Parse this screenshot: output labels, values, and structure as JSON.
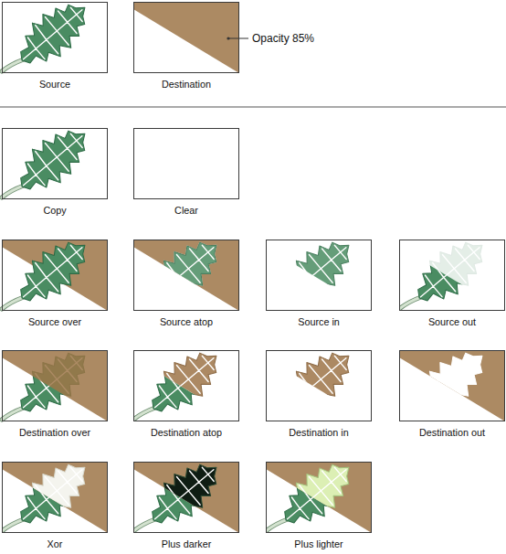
{
  "diagram": {
    "nodes": [
      {
        "text": [
          "Source"
        ]
      },
      {
        "text": [
          "Destination"
        ]
      },
      {
        "text": [
          "Copy"
        ]
      },
      {
        "text": [
          "Clear"
        ]
      },
      {
        "text": [
          "Source over"
        ]
      },
      {
        "text": [
          "Source atop"
        ]
      },
      {
        "text": [
          "Source in"
        ]
      },
      {
        "text": [
          "Source out"
        ]
      },
      {
        "text": [
          "Destination over"
        ]
      },
      {
        "text": [
          "Destination atop"
        ]
      },
      {
        "text": [
          "Destination in"
        ]
      },
      {
        "text": [
          "Destination out"
        ]
      },
      {
        "text": [
          "Xor"
        ]
      },
      {
        "text": [
          "Plus darker"
        ]
      },
      {
        "text": [
          "Plus lighter"
        ]
      }
    ],
    "labels": [
      "Opacity 85%"
    ]
  }
}
